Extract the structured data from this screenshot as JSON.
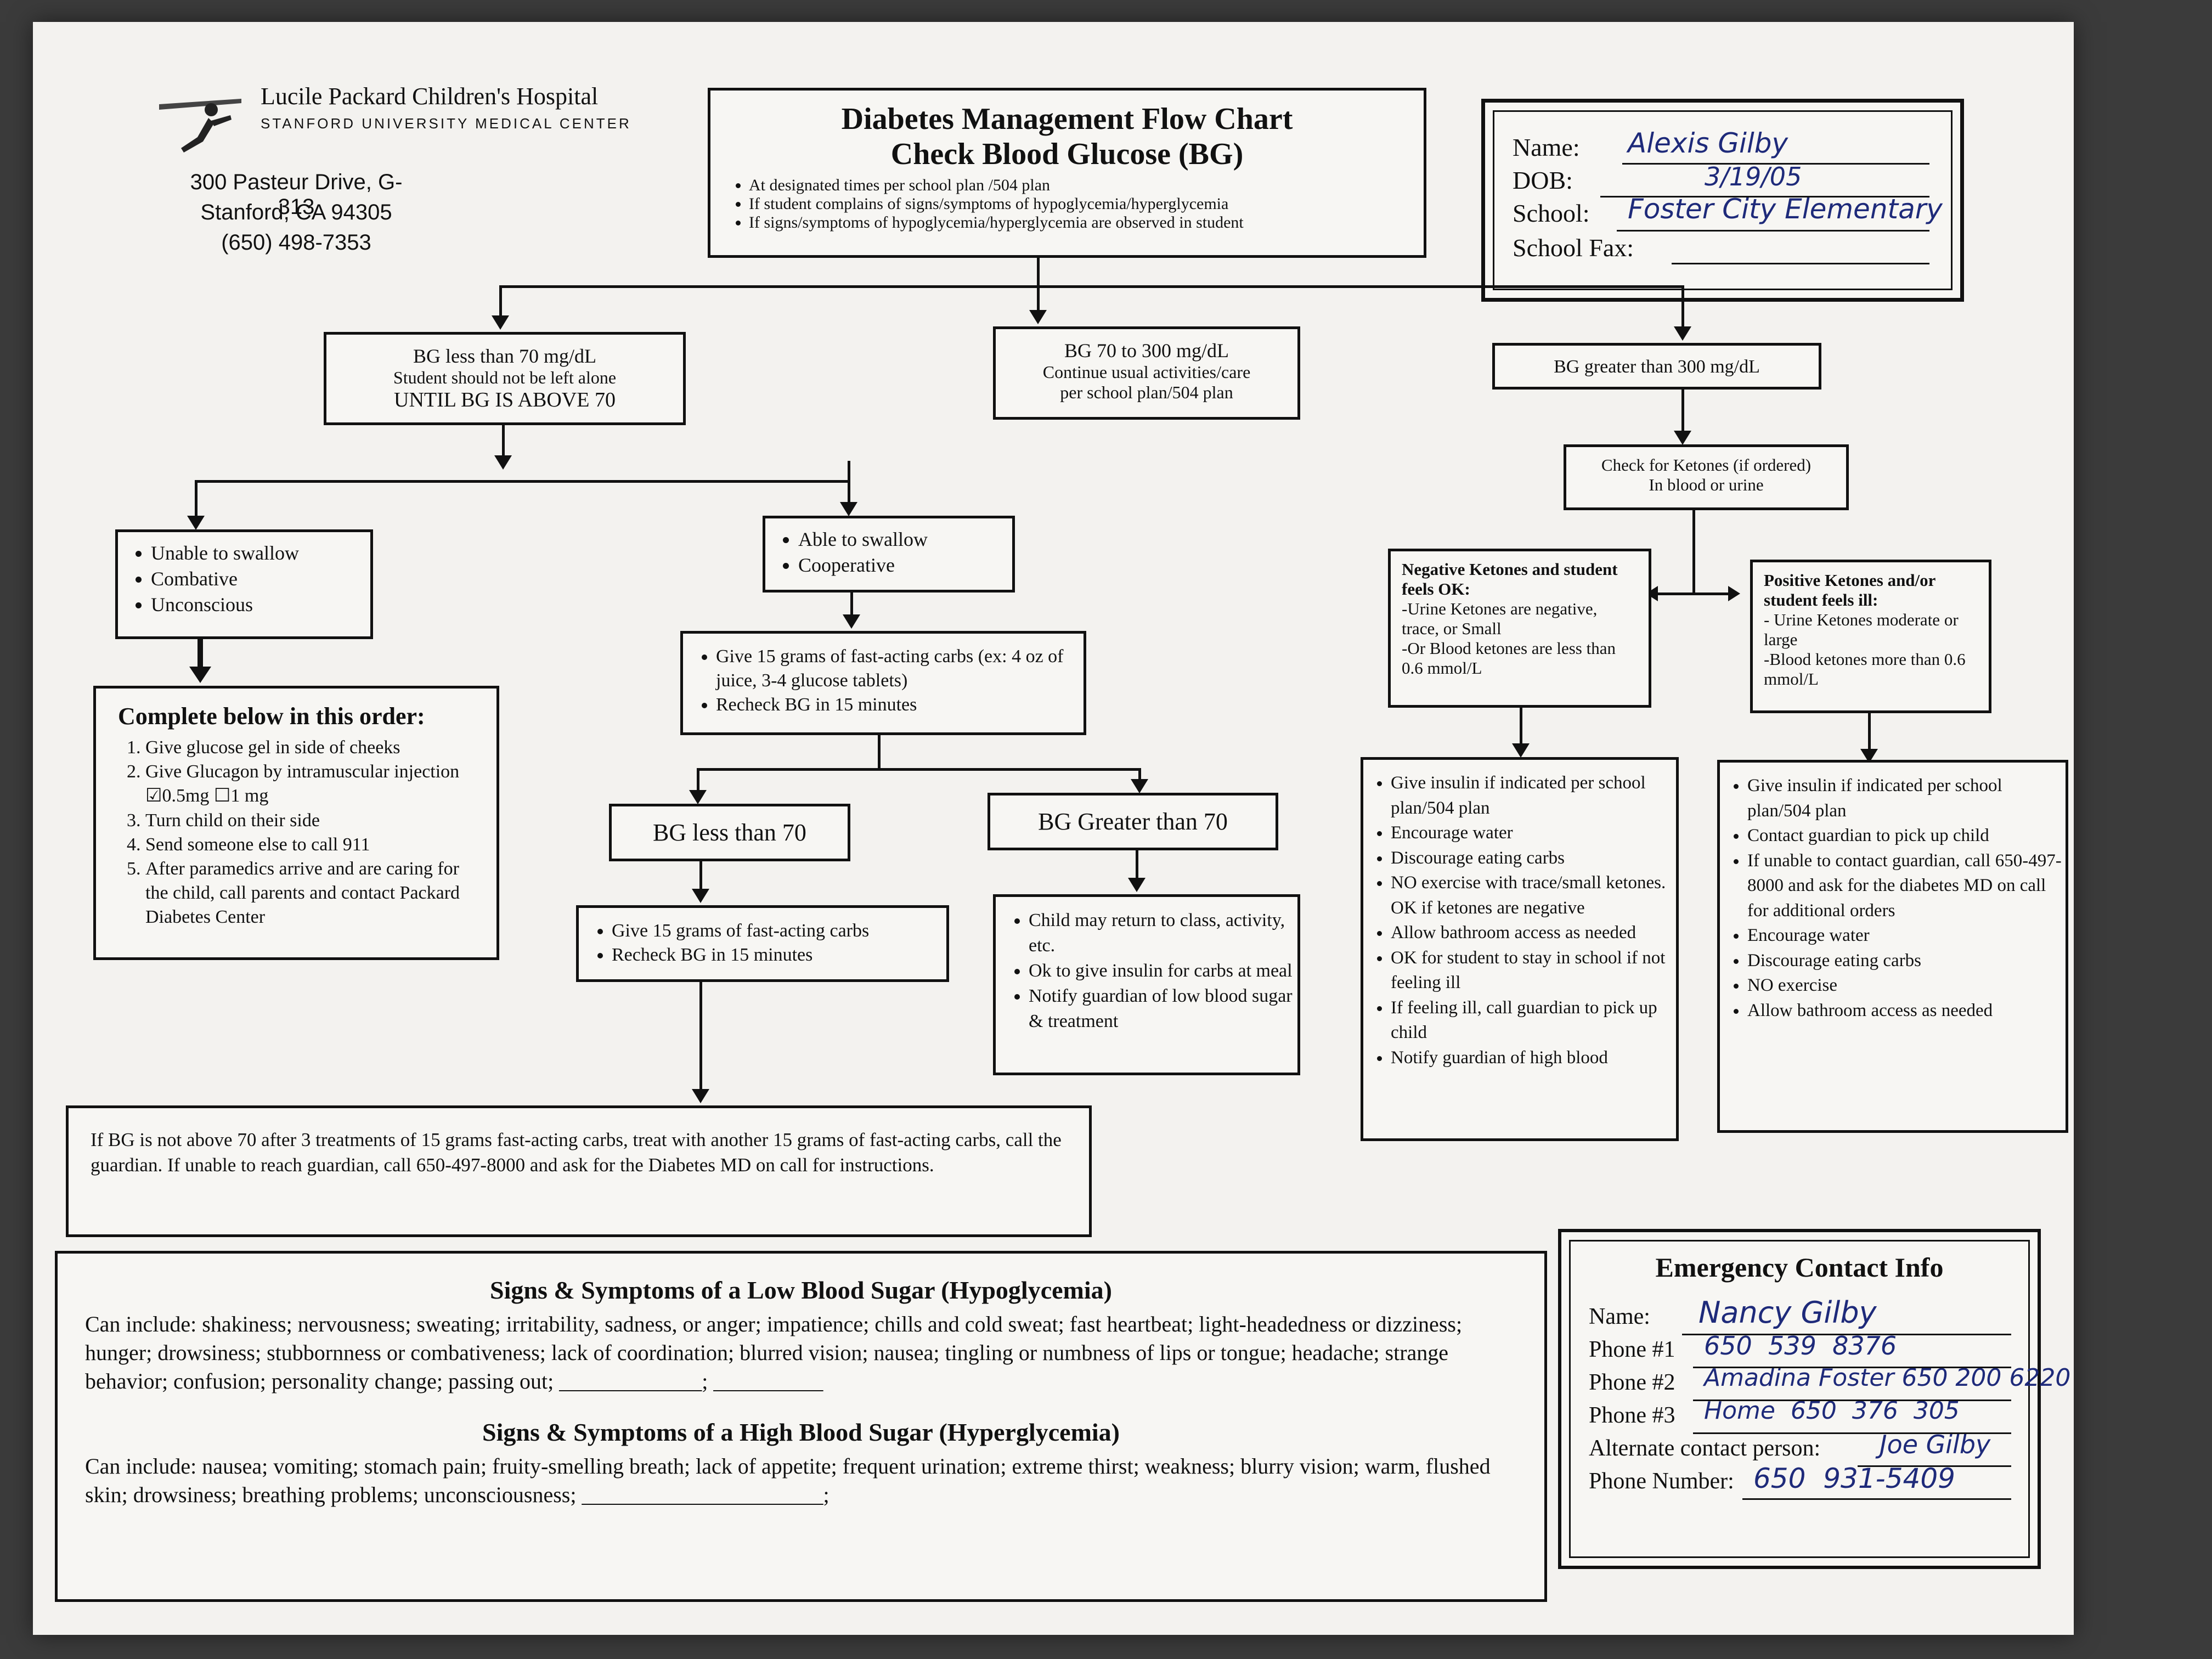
{
  "hospital": {
    "name": "Lucile Packard Children's Hospital",
    "subtitle": "STANFORD UNIVERSITY MEDICAL CENTER",
    "address1": "300 Pasteur Drive, G-313",
    "address2": "Stanford, CA 94305",
    "phone": "(650) 498-7353"
  },
  "title": {
    "line1": "Diabetes Management Flow Chart",
    "line2": "Check Blood Glucose (BG)",
    "bullets": [
      "At designated times per school plan /504 plan",
      "If student complains of signs/symptoms of hypoglycemia/hyperglycemia",
      "If signs/symptoms of hypoglycemia/hyperglycemia are observed in student"
    ]
  },
  "student": {
    "name_label": "Name:",
    "name_value": "Alexis Gilby",
    "dob_label": "DOB:",
    "dob_value": "3/19/05",
    "school_label": "School:",
    "school_value": "Foster City Elementary",
    "fax_label": "School Fax:"
  },
  "low": {
    "l1": "BG less than 70 mg/dL",
    "l2": "Student should not be left alone",
    "l3": "UNTIL BG IS ABOVE 70"
  },
  "mid": {
    "l1": "BG 70 to 300 mg/dL",
    "l2": "Continue usual activities/care",
    "l3": "per school plan/504 plan"
  },
  "high": {
    "l1": "BG greater than 300 mg/dL"
  },
  "unable": [
    "Unable to swallow",
    "Combative",
    "Unconscious"
  ],
  "able": [
    "Able to swallow",
    "Cooperative"
  ],
  "complete": {
    "title": "Complete below in this order:",
    "items": [
      "Give glucose gel in side of cheeks",
      "Give Glucagon by intramuscular injection ☑0.5mg ☐1 mg",
      "Turn child on their side",
      "Send someone else to call 911",
      "After paramedics arrive and are caring for the child, call parents and contact Packard Diabetes Center"
    ]
  },
  "give15": [
    "Give 15 grams of fast-acting carbs (ex: 4 oz of juice, 3-4 glucose tablets)",
    "Recheck BG in 15 minutes"
  ],
  "bg_less70": "BG less than 70",
  "bg_greater70": "BG Greater than 70",
  "give15b": [
    "Give 15 grams of fast-acting carbs",
    "Recheck BG in 15 minutes"
  ],
  "greater70_items": [
    "Child may return to class, activity, etc.",
    "Ok to give insulin for carbs at meal",
    "Notify guardian of low blood sugar & treatment"
  ],
  "after3": "If BG is not above 70 after 3 treatments of 15 grams fast-acting carbs, treat with another 15 grams of fast-acting carbs, call the guardian. If unable to reach guardian, call 650-497-8000 and ask for the Diabetes MD on call for instructions.",
  "ketones": {
    "l1": "Check for Ketones (if ordered)",
    "l2": "In blood or urine"
  },
  "neg": {
    "title": "Negative Ketones and student feels OK:",
    "l1": "-Urine Ketones are negative, trace, or Small",
    "l2": "-Or Blood ketones are less than 0.6 mmol/L"
  },
  "pos": {
    "title": "Positive Ketones and/or student feels ill:",
    "l1": "- Urine Ketones moderate or large",
    "l2": "-Blood ketones more than 0.6 mmol/L"
  },
  "neg_items": [
    "Give insulin if indicated per school plan/504 plan",
    "Encourage water",
    "Discourage eating carbs",
    "NO exercise with trace/small ketones.  OK if ketones are negative",
    "Allow bathroom access as needed",
    "OK for student to stay in school if not feeling ill",
    "If feeling ill, call guardian to pick up child",
    "Notify guardian of high blood"
  ],
  "pos_items": [
    "Give insulin if indicated per school plan/504 plan",
    "Contact guardian to pick up child",
    "If unable to contact guardian, call 650-497-8000 and ask for the diabetes MD on call for additional orders",
    "Encourage water",
    "Discourage eating carbs",
    "NO exercise",
    "Allow bathroom access as needed"
  ],
  "hypo": {
    "title": "Signs & Symptoms of a Low Blood Sugar (Hypoglycemia)",
    "text": "Can include: shakiness; nervousness; sweating; irritability, sadness, or anger; impatience; chills and cold sweat; fast heartbeat; light-headedness or dizziness; hunger; drowsiness; stubbornness or combativeness; lack of  coordination; blurred vision; nausea; tingling or numbness of lips or tongue; headache; strange behavior; confusion; personality change; passing out; _____________; __________"
  },
  "hyper": {
    "title": "Signs & Symptoms of a High Blood Sugar (Hyperglycemia)",
    "text": "Can include: nausea; vomiting; stomach pain; fruity-smelling breath; lack of appetite; frequent urination; extreme thirst; weakness; blurry vision; warm, flushed skin; drowsiness; breathing problems; unconsciousness; ______________________;"
  },
  "emergency": {
    "title": "Emergency Contact Info",
    "name_label": "Name:",
    "name_value": "Nancy Gilby",
    "p1_label": "Phone #1",
    "p1_value": "650  539  8376",
    "p2_label": "Phone #2",
    "p2_value": "Amadina Foster 650 200 6220",
    "p3_label": "Phone #3",
    "p3_value": "Home  650  376  305",
    "alt_label": "Alternate contact person:",
    "alt_value": "Joe Gilby",
    "num_label": "Phone Number:",
    "num_value": "650  931-5409"
  }
}
